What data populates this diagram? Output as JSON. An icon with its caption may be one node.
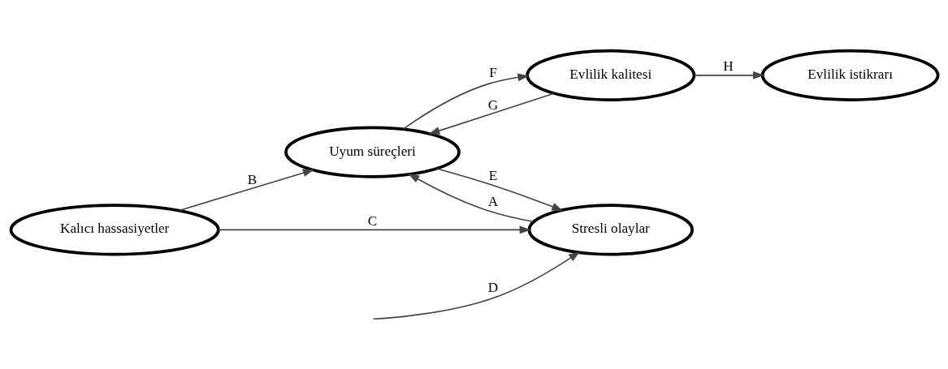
{
  "diagram": {
    "nodes": [
      {
        "text": [
          "Kalıcı hassasiyetler"
        ]
      },
      {
        "text": [
          "Uyum süreçleri"
        ]
      },
      {
        "text": [
          "Evlilik kalitesi"
        ]
      },
      {
        "text": [
          "Evlilik istikrarı"
        ]
      },
      {
        "text": [
          "Stresli olaylar"
        ]
      }
    ],
    "edges": [
      {
        "from": 0,
        "to": 1,
        "arrow": "to",
        "label": "B"
      },
      {
        "from": 0,
        "to": 4,
        "arrow": "to",
        "label": "C"
      },
      {
        "from": 1,
        "to": 4,
        "arrow": "to",
        "label": "E"
      },
      {
        "from": 4,
        "to": 1,
        "arrow": "to",
        "label": "A"
      },
      {
        "from": 1,
        "to": 2,
        "arrow": "to",
        "label": "F"
      },
      {
        "from": 2,
        "to": 1,
        "arrow": "to",
        "label": "G"
      },
      {
        "from": 2,
        "to": 3,
        "arrow": "to",
        "label": "H"
      },
      {
        "from": null,
        "to": 4,
        "arrow": "to",
        "label": "D"
      }
    ]
  }
}
